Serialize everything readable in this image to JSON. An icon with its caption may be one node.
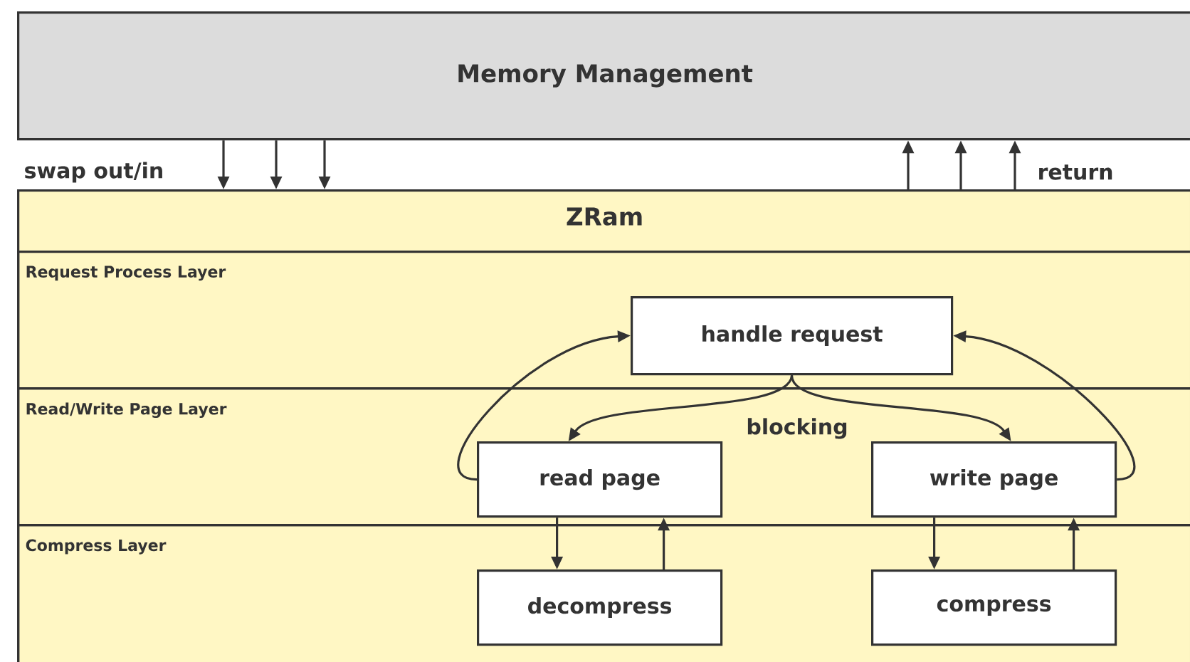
{
  "diagram": {
    "nodes": [
      {
        "text": [
          "Memory Management"
        ]
      },
      {
        "text": [
          "ZRam"
        ]
      },
      {
        "text": [
          "Request Process Layer"
        ],
        "in": 1
      },
      {
        "text": [
          "Read/Write Page Layer"
        ],
        "in": 1
      },
      {
        "text": [
          "Compress Layer"
        ],
        "in": 1
      },
      {
        "text": [
          "handle request"
        ],
        "in": 2
      },
      {
        "text": [
          "read page"
        ],
        "in": 3
      },
      {
        "text": [
          "write page"
        ],
        "in": 3
      },
      {
        "text": [
          "decompress"
        ],
        "in": 4
      },
      {
        "text": [
          "compress"
        ],
        "in": 4
      }
    ],
    "edges": [
      {
        "from": 0,
        "to": 1,
        "arrow": "to"
      },
      {
        "from": 0,
        "to": 1,
        "arrow": "to"
      },
      {
        "from": 0,
        "to": 1,
        "arrow": "to"
      },
      {
        "from": 1,
        "to": 0,
        "arrow": "to"
      },
      {
        "from": 1,
        "to": 0,
        "arrow": "to"
      },
      {
        "from": 1,
        "to": 0,
        "arrow": "to"
      },
      {
        "from": 5,
        "to": 6,
        "arrow": "to"
      },
      {
        "from": 5,
        "to": 7,
        "arrow": "to"
      },
      {
        "from": 6,
        "to": 5,
        "arrow": "to"
      },
      {
        "from": 7,
        "to": 5,
        "arrow": "to"
      },
      {
        "from": 6,
        "to": 8,
        "arrow": "to"
      },
      {
        "from": 8,
        "to": 6,
        "arrow": "to"
      },
      {
        "from": 7,
        "to": 9,
        "arrow": "to"
      },
      {
        "from": 9,
        "to": 7,
        "arrow": "to"
      }
    ],
    "labels": [
      "swap out/in",
      "return",
      "blocking"
    ]
  }
}
